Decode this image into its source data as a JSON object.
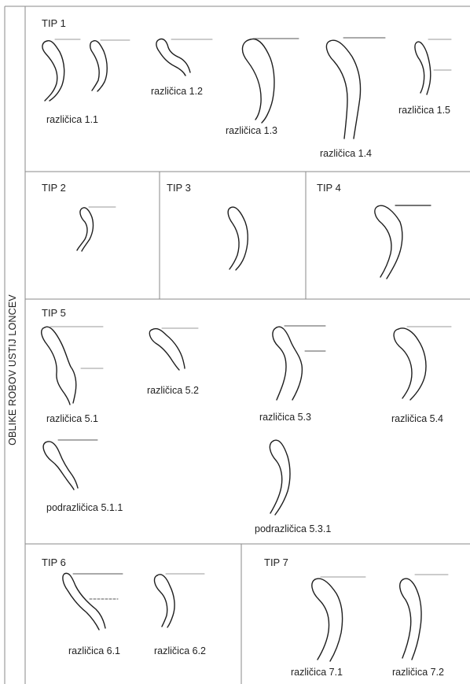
{
  "side_label": "OBLIKE ROBOV USTIJ LONCEV",
  "types": {
    "tip1": "TIP 1",
    "tip2": "TIP 2",
    "tip3": "TIP 3",
    "tip4": "TIP 4",
    "tip5": "TIP 5",
    "tip6": "TIP 6",
    "tip7": "TIP 7"
  },
  "variants": {
    "v1_1": "različica 1.1",
    "v1_2": "različica 1.2",
    "v1_3": "različica 1.3",
    "v1_4": "različica 1.4",
    "v1_5": "različica 1.5",
    "v5_1": "različica 5.1",
    "v5_2": "različica 5.2",
    "v5_3": "različica 5.3",
    "v5_4": "različica 5.4",
    "sv5_1_1": "podrazličica 5.1.1",
    "sv5_3_1": "podrazličica 5.3.1",
    "v6_1": "različica 6.1",
    "v6_2": "različica 6.2",
    "v7_1": "različica 7.1",
    "v7_2": "različica 7.2"
  }
}
